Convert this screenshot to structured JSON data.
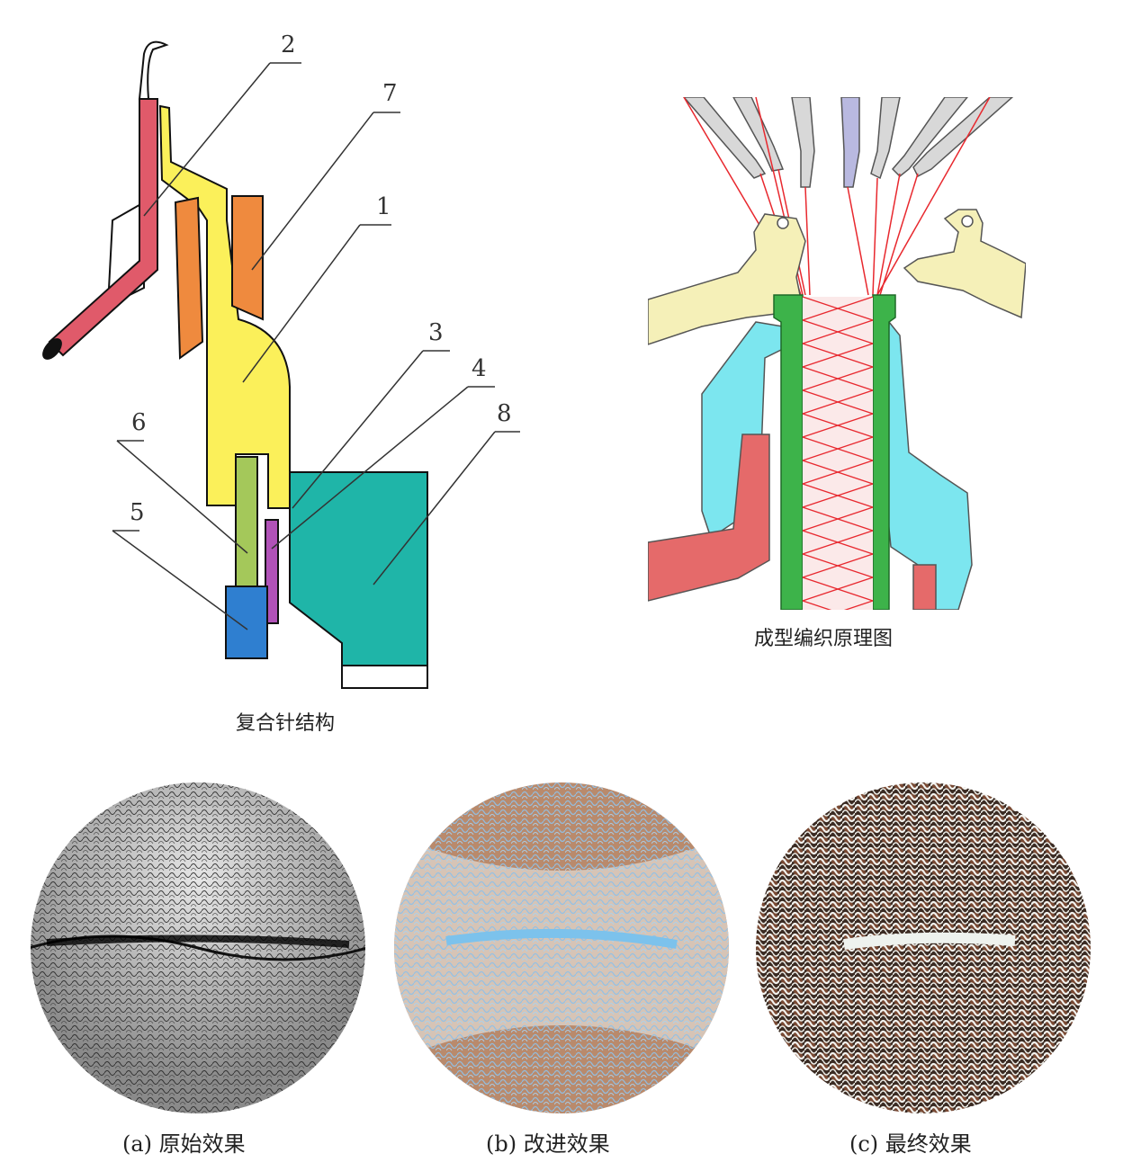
{
  "needle_diagram": {
    "caption": "复合针结构",
    "labels": [
      "2",
      "7",
      "1",
      "3",
      "4",
      "8",
      "6",
      "5"
    ],
    "colors": {
      "red": "#e05a6a",
      "yellow": "#fbf05a",
      "orange": "#ef8a3e",
      "green": "#a4c85a",
      "purple": "#b152b8",
      "blue": "#2f7fd0",
      "teal": "#1fb5a8"
    }
  },
  "knitting_diagram": {
    "caption": "成型编织原理图",
    "colors": {
      "cream": "#f5f0b8",
      "cyan": "#7ce6ef",
      "green": "#3db34a",
      "yarn": "#e8282e",
      "salmon": "#e56a6a"
    }
  },
  "mesh_photos": [
    {
      "caption": "(a)  原始效果"
    },
    {
      "caption": "(b)  改进效果"
    },
    {
      "caption": "(c)  最终效果"
    }
  ]
}
